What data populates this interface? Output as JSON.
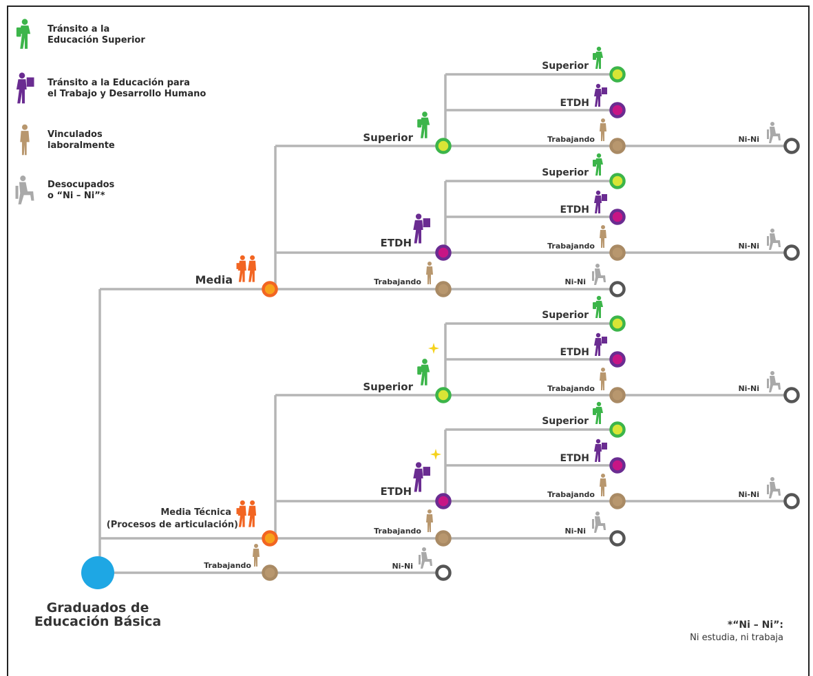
{
  "legend": [
    {
      "key": "superior",
      "lines": [
        "Tránsito a la",
        "Educación Superior"
      ]
    },
    {
      "key": "etdh",
      "lines": [
        "Tránsito a la Educación para",
        "el Trabajo y Desarrollo Humano"
      ]
    },
    {
      "key": "work",
      "lines": [
        "Vinculados",
        "laboralmente"
      ]
    },
    {
      "key": "nini",
      "lines": [
        "Desocupados",
        "o “Ni – Ni”*"
      ]
    }
  ],
  "root": {
    "lines": [
      "Graduados de",
      "Educación Básica"
    ]
  },
  "footnote": {
    "title": "*“Ni – Ni”:",
    "text": "Ni estudia, ni trabaja"
  },
  "labels": {
    "media": "Media",
    "media_tecnica": "Media Técnica",
    "media_tecnica_sub": "(Procesos de articulación)",
    "superior": "Superior",
    "etdh": "ETDH",
    "trabajando": "Trabajando",
    "nini": "Ni-Ni"
  },
  "colors": {
    "superior": "#3cb54a",
    "etdh": "#6a2c91",
    "work": "#b8976e",
    "nini": "#a9a9a9",
    "media": "#f26522",
    "root": "#1ea7e4",
    "line": "#b5b5b5",
    "star": "#f5d21b"
  }
}
